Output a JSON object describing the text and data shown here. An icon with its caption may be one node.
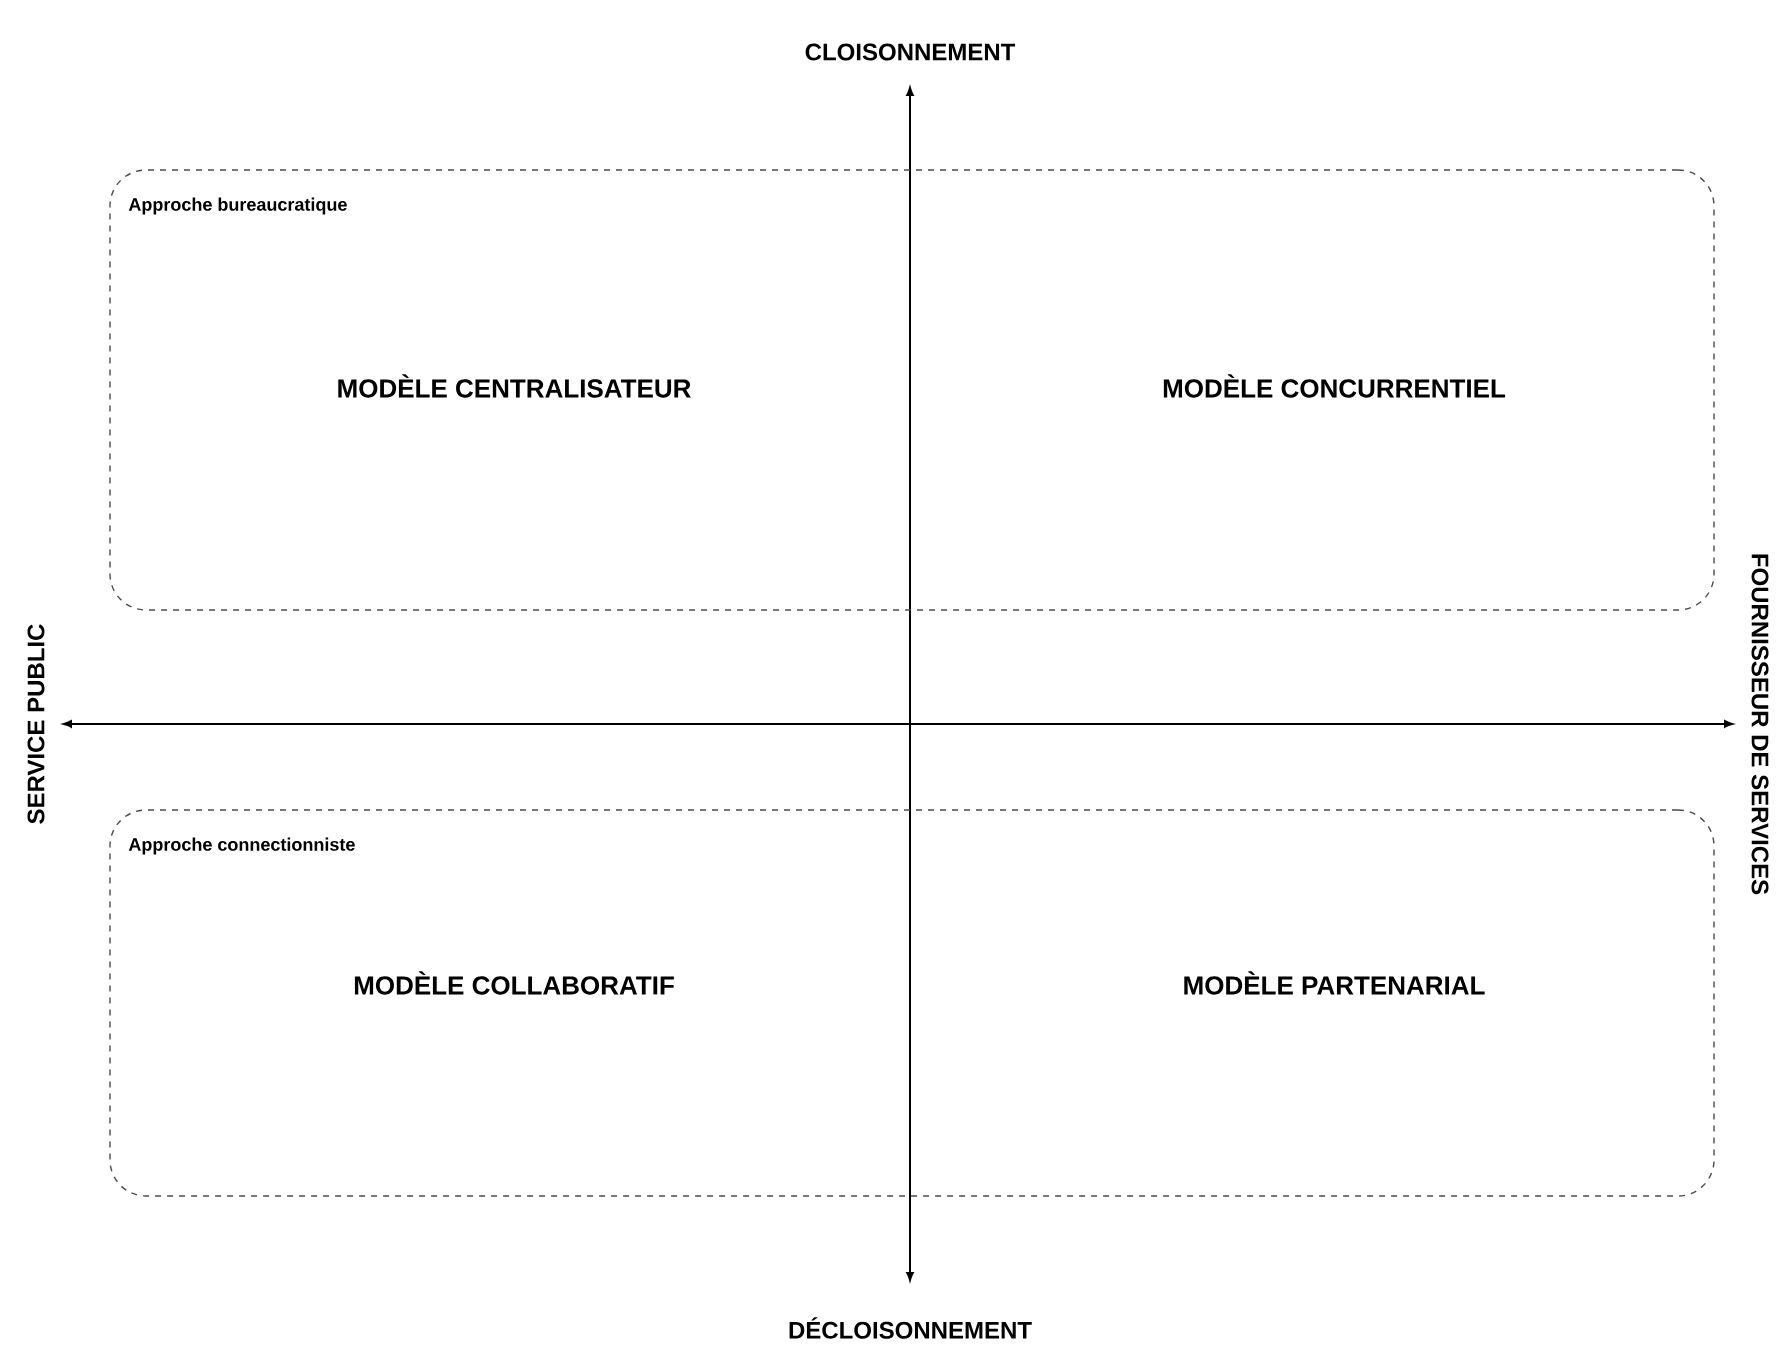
{
  "diagram": {
    "nodes": [
      {
        "text": [
          "Approche bureaucratique",
          "MODÈLE CENTRALISATEUR",
          "MODÈLE CONCURRENTIEL"
        ]
      },
      {
        "text": [
          "Approche connectionniste",
          "MODÈLE COLLABORATIF",
          "MODÈLE PARTENARIAL"
        ]
      }
    ],
    "labels": [
      "CLOISONNEMENT",
      "SERVICE PUBLIC",
      "FOURNISSEUR DE SERVICES",
      "DÉCLOISONNEMENT"
    ]
  }
}
